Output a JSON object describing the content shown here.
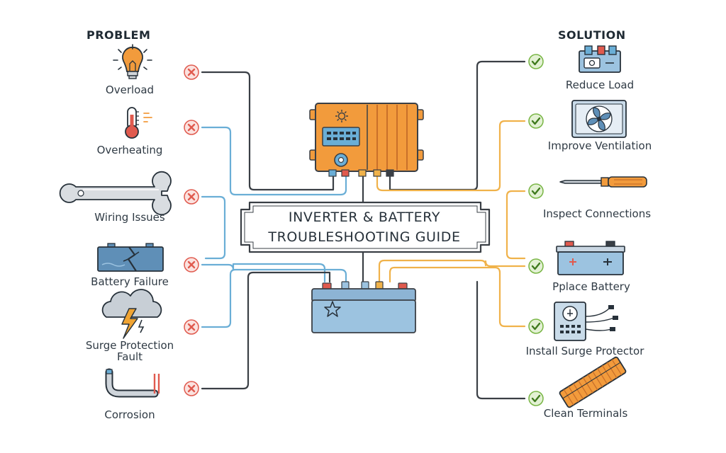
{
  "headers": {
    "problem": "PROBLEM",
    "solution": "SOLUTION"
  },
  "title": {
    "line1": "INVERTER & BATTERY",
    "line2": "TROUBLESHOOTING GUIDE"
  },
  "problems": [
    {
      "label": "Overload",
      "icon": "light-bulb-icon"
    },
    {
      "label": "Overheating",
      "icon": "thermometer-icon"
    },
    {
      "label": "Wiring Issues",
      "icon": "wrench-icon"
    },
    {
      "label": "Battery Failure",
      "icon": "cracked-battery-icon"
    },
    {
      "label": "Surge Protection",
      "label2": "Fault",
      "icon": "storm-cloud-icon"
    },
    {
      "label": "Corrosion",
      "icon": "corroded-pipe-icon"
    }
  ],
  "solutions": [
    {
      "label": "Reduce Load",
      "icon": "breaker-panel-icon"
    },
    {
      "label": "Improve Ventilation",
      "icon": "fan-icon"
    },
    {
      "label": "Inspect Connections",
      "icon": "screwdriver-icon"
    },
    {
      "label": "Pplace Battery",
      "icon": "battery-icon"
    },
    {
      "label": "Install Surge Protector",
      "icon": "surge-protector-icon"
    },
    {
      "label": "Clean Terminals",
      "icon": "cleaning-brush-icon"
    }
  ],
  "colors": {
    "problem_mark": "#e05a4e",
    "solution_mark": "#78b544",
    "dark_line": "#3a3f45",
    "blue_line": "#6aaed6",
    "orange_line": "#f0b24a",
    "inverter": "#f29b3c",
    "battery": "#9cc3e0"
  }
}
